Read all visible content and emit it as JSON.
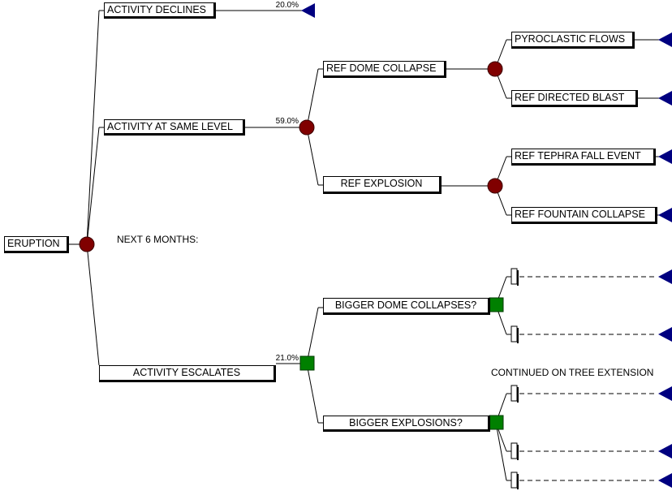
{
  "colors": {
    "chance": "#800000",
    "decision": "#008000",
    "terminal": "#000080",
    "line": "#000000"
  },
  "node_types": {
    "root": "chance-node-icon",
    "chance": "chance-node-icon",
    "decision": "decision-node-icon",
    "terminal": "terminal-triangle-icon"
  },
  "root": {
    "label": "ERUPTION"
  },
  "note": "NEXT 6 MONTHS:",
  "extension_note": "CONTINUED ON TREE EXTENSION",
  "level1": [
    {
      "label": "ACTIVITY DECLINES",
      "probability": "20.0%"
    },
    {
      "label": "ACTIVITY AT SAME LEVEL",
      "probability": "59.0%"
    },
    {
      "label": "ACTIVITY ESCALATES",
      "probability": "21.0%"
    }
  ],
  "same_level": [
    {
      "label": "REF DOME COLLAPSE",
      "outcomes": [
        "PYROCLASTIC FLOWS",
        "REF DIRECTED BLAST"
      ]
    },
    {
      "label": "REF EXPLOSION",
      "outcomes": [
        "REF TEPHRA FALL EVENT",
        "REF FOUNTAIN COLLAPSE"
      ]
    }
  ],
  "escalates": [
    {
      "label": "BIGGER DOME COLLAPSES?"
    },
    {
      "label": "BIGGER EXPLOSIONS?"
    }
  ]
}
